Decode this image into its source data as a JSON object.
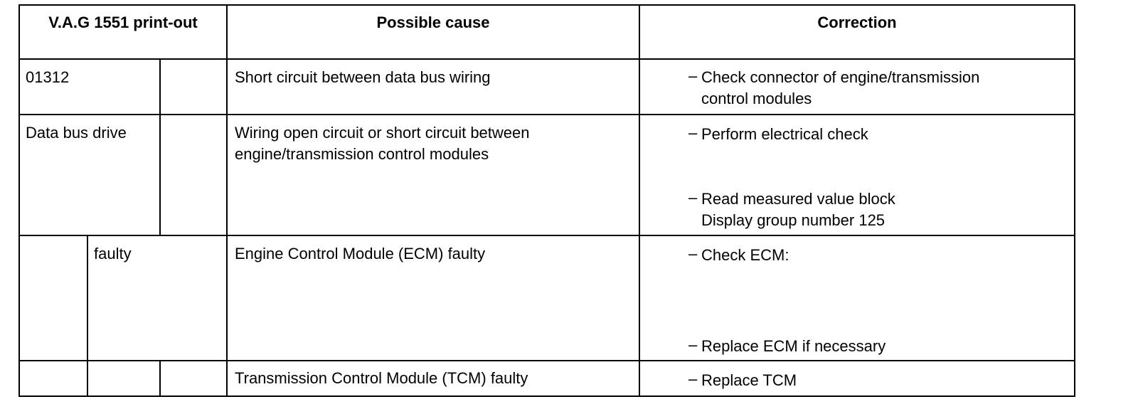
{
  "headers": {
    "printout": "V.A.G 1551 print-out",
    "cause": "Possible cause",
    "correction": "Correction"
  },
  "rows": [
    {
      "code": "01312",
      "cause": "Short circuit between data bus wiring",
      "corrections": [
        [
          "Check connector of engine/transmission",
          "control modules"
        ]
      ]
    },
    {
      "code": "Data bus drive",
      "cause": [
        "Wiring open circuit or short circuit between",
        "engine/transmission control modules"
      ],
      "corrections": [
        [
          "Perform electrical check"
        ],
        [
          "Read measured value block",
          "Display group number 125"
        ]
      ]
    },
    {
      "code": "faulty",
      "cause": "Engine Control Module (ECM) faulty",
      "corrections": [
        [
          "Check ECM:"
        ],
        [
          "Replace ECM if necessary"
        ]
      ]
    },
    {
      "code": "",
      "cause": "Transmission Control Module (TCM) faulty",
      "corrections": [
        [
          "Replace TCM"
        ]
      ]
    }
  ],
  "bullet_symbol": "–"
}
